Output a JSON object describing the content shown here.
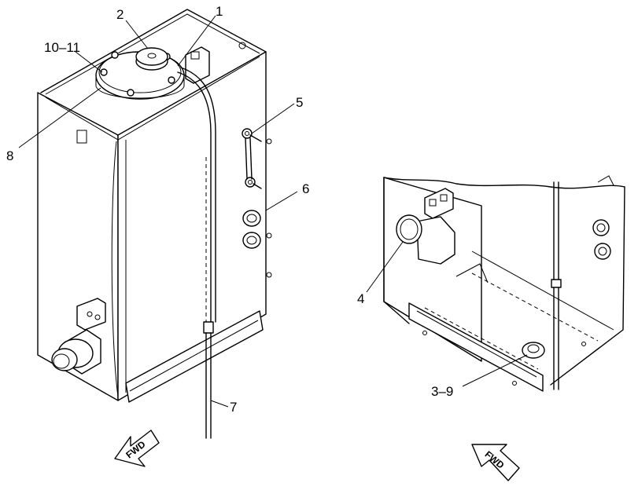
{
  "callouts": {
    "c1": "1",
    "c2": "2",
    "c10_11": "10–11",
    "c8": "8",
    "c5": "5",
    "c6": "6",
    "c7": "7",
    "c4": "4",
    "c3_9": "3–9"
  },
  "arrows": {
    "left_label": "FWD",
    "right_label": "FWD"
  },
  "colors": {
    "line": "#000000",
    "background": "#ffffff"
  }
}
